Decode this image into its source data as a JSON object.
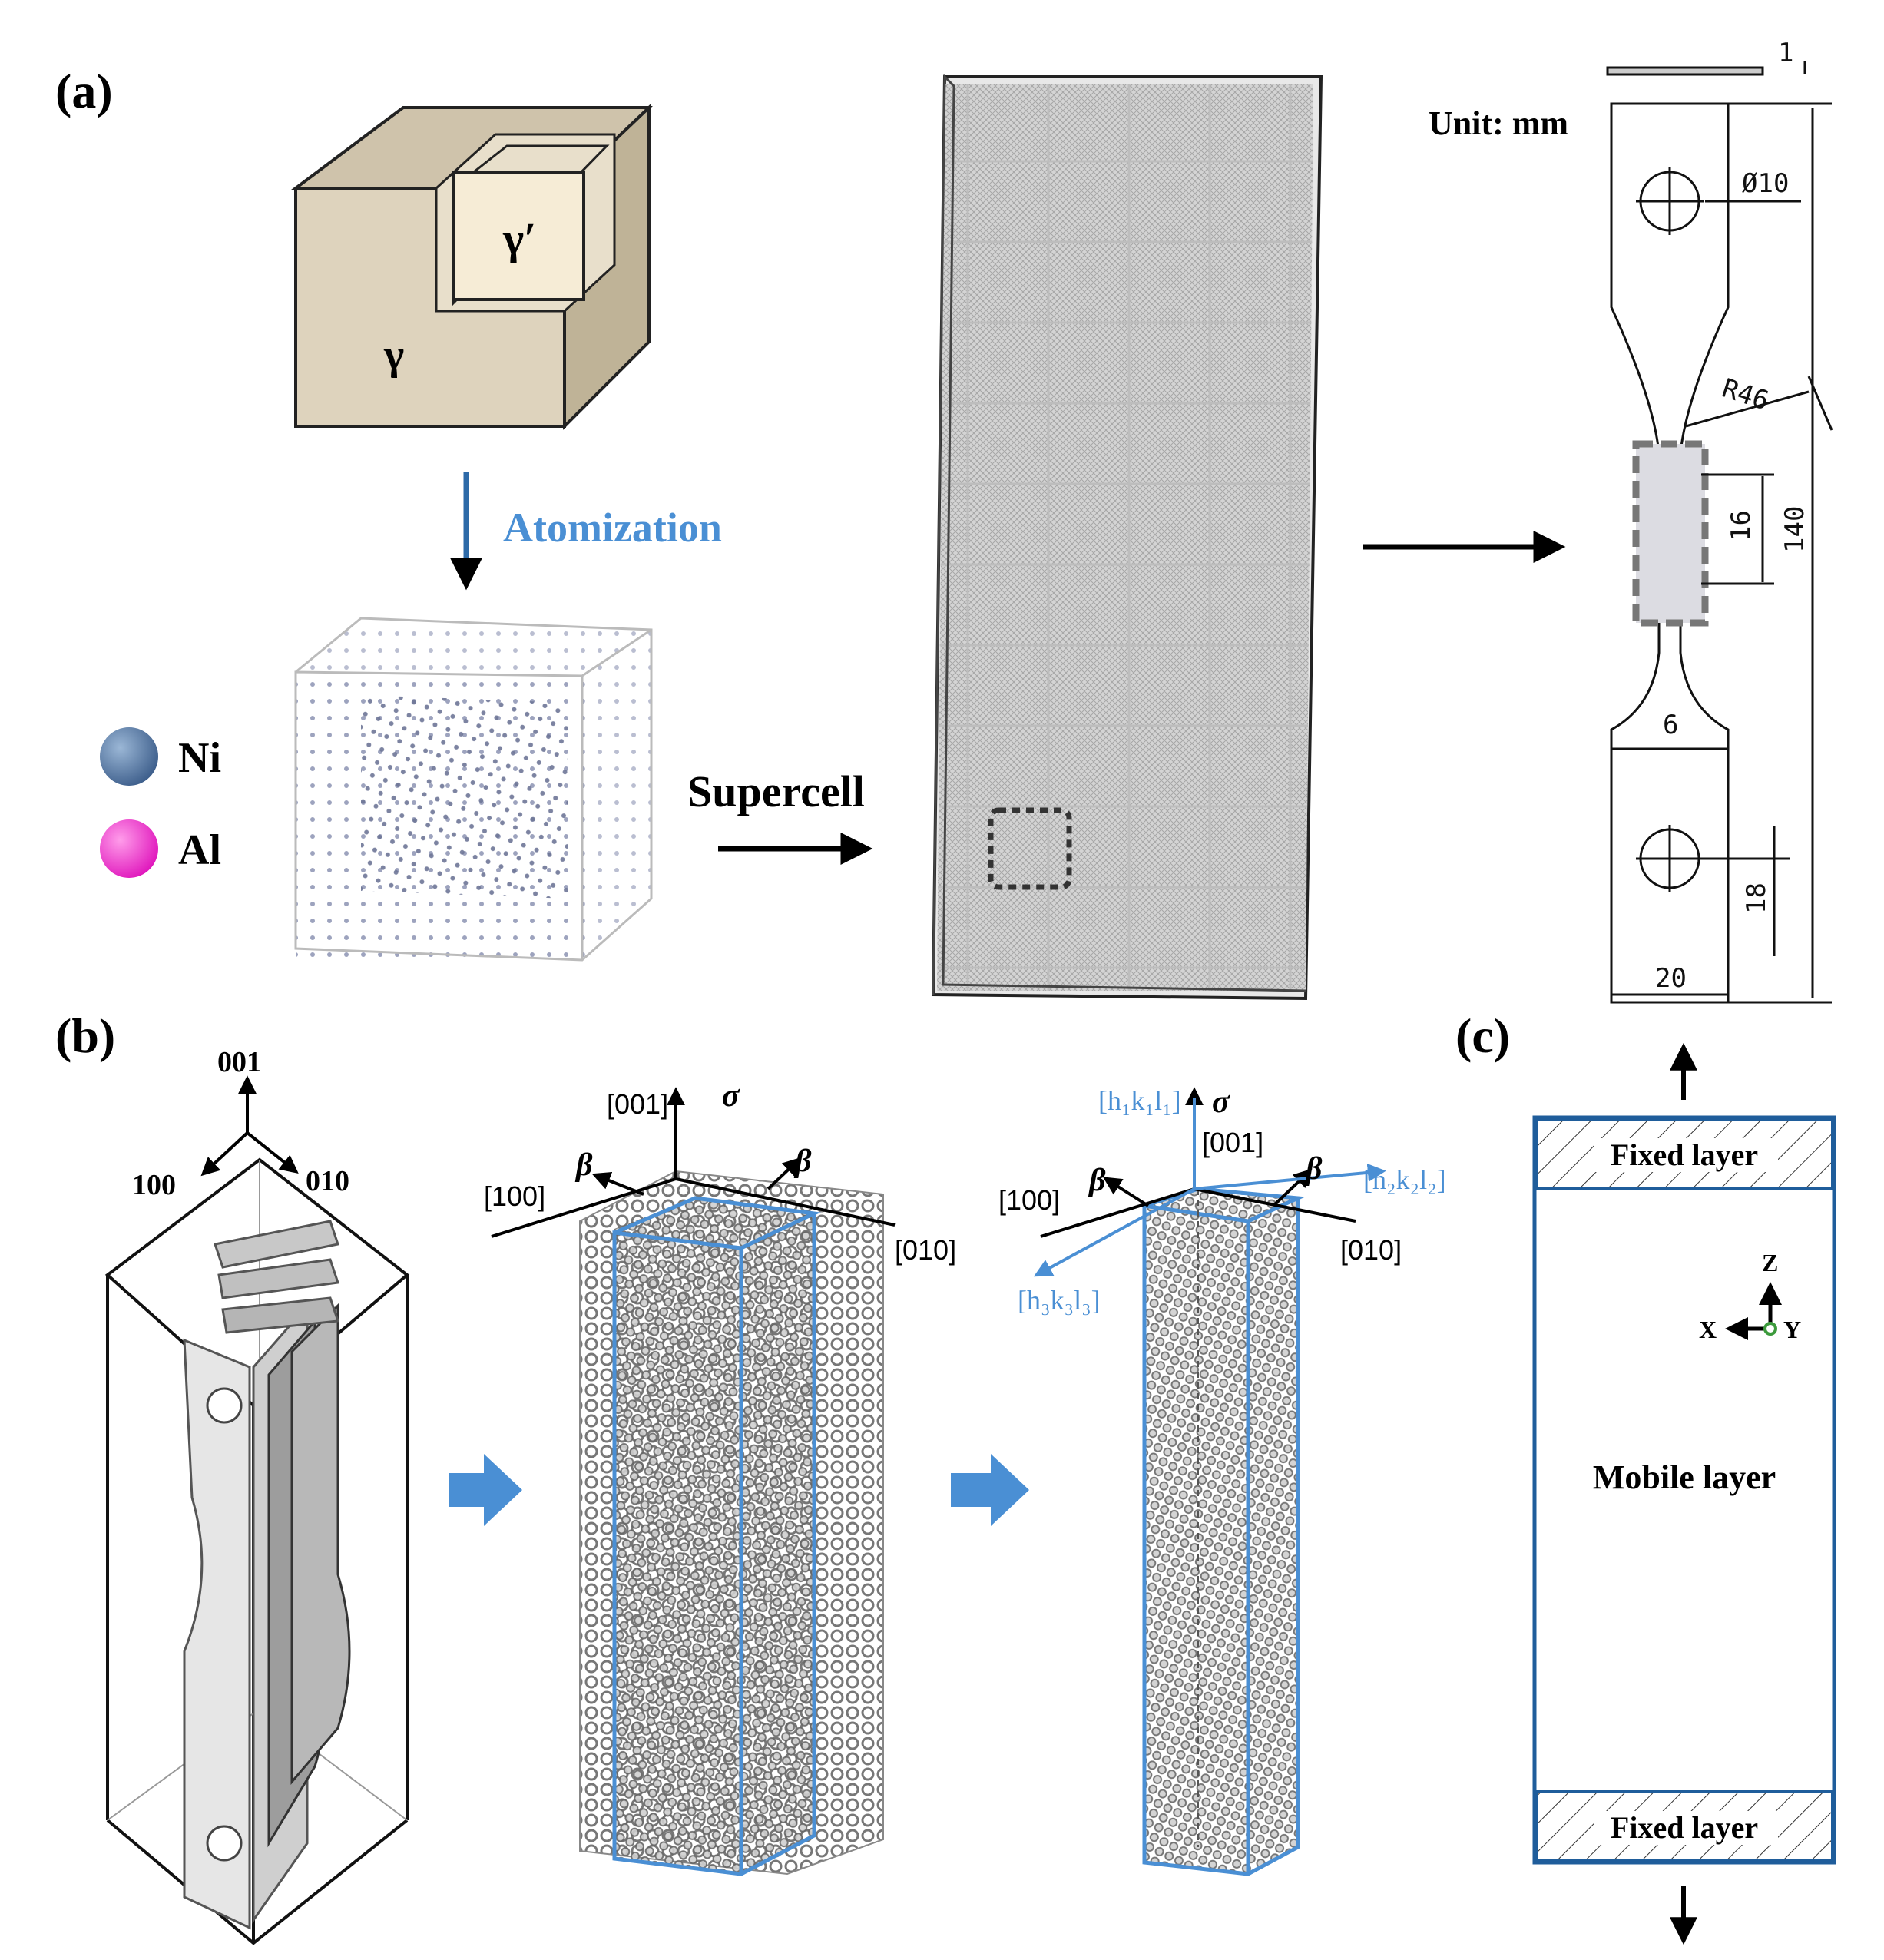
{
  "panel_a": {
    "label": "(a)",
    "gamma_label": "γ",
    "gamma_prime_label": "γ′",
    "atomization_label": "Atomization",
    "supercell_label": "Supercell",
    "legend": [
      {
        "name": "Ni",
        "color": "#4a6b96"
      },
      {
        "name": "Al",
        "color": "#ee2fc8"
      }
    ],
    "specimen": {
      "unit_label": "Unit: mm",
      "dims": [
        "1",
        "Ø10",
        "R46",
        "16",
        "140",
        "6",
        "18",
        "20"
      ]
    }
  },
  "panel_b": {
    "label": "(b)",
    "axes_box": {
      "z": "001",
      "x": "100",
      "y": "010"
    },
    "mid": {
      "z": "[001]",
      "sigma": "σ",
      "x": "[100]",
      "y": "[010]",
      "beta": "β"
    },
    "right": {
      "z": "[001]",
      "sigma": "σ",
      "x": "[100]",
      "y": "[010]",
      "beta": "β",
      "d1": "[h₁k₁l₁]",
      "d2": "[h₂k₂l₂]",
      "d3": "[h₃k₃l₃]"
    }
  },
  "panel_c": {
    "label": "(c)",
    "top_layer": "Fixed layer",
    "mobile_layer": "Mobile layer",
    "bottom_layer": "Fixed layer",
    "axes": {
      "z": "Z",
      "x": "X",
      "y": "Y"
    }
  },
  "colors": {
    "accent_blue": "#4a8fd4",
    "box_blue": "#1f5d9b",
    "cube_tan": "#ded3bd"
  }
}
